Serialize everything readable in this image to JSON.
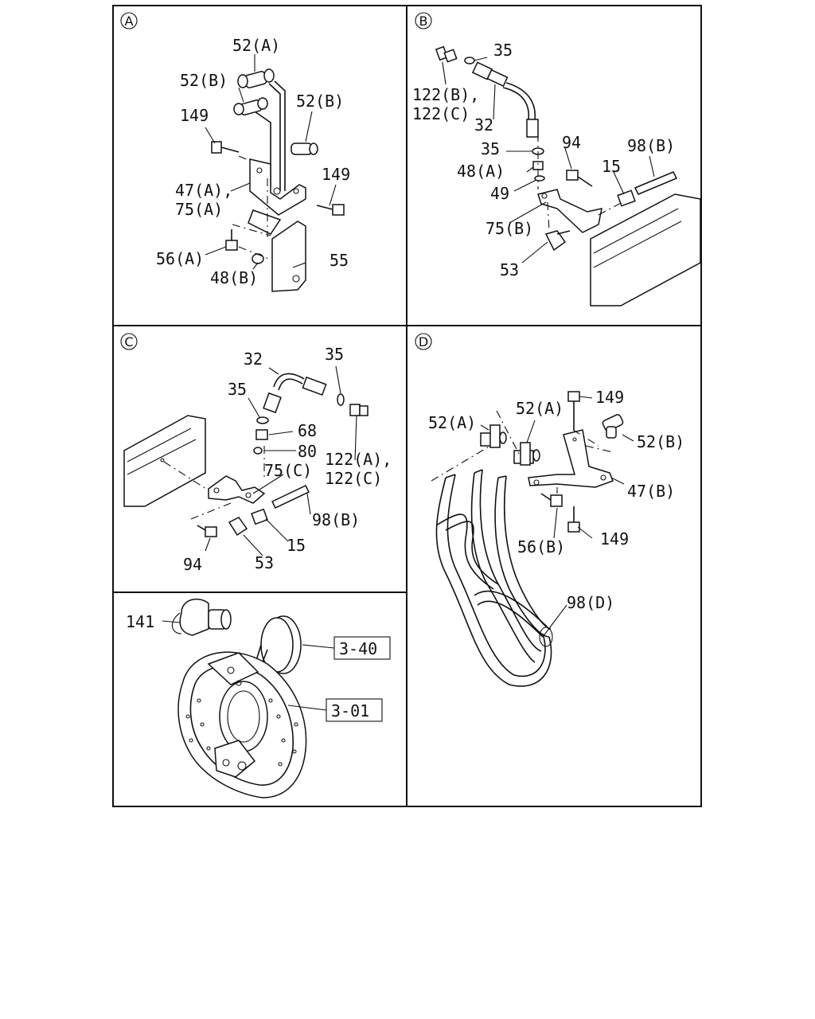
{
  "panels": {
    "a": {
      "marker": "A",
      "labels": {
        "p52a": "52(A)",
        "p52b_left": "52(B)",
        "p52b_right": "52(B)",
        "p149_top": "149",
        "p149_right": "149",
        "p47a": "47(A),",
        "p75a": "75(A)",
        "p56a": "56(A)",
        "p48b": "48(B)",
        "p55": "55"
      }
    },
    "b": {
      "marker": "B",
      "labels": {
        "p35_top": "35",
        "p122b": "122(B),",
        "p122c": "122(C)",
        "p32": "32",
        "p35_mid": "35",
        "p94": "94",
        "p98b": "98(B)",
        "p48a": "48(A)",
        "p15": "15",
        "p49": "49",
        "p75b": "75(B)",
        "p53": "53"
      }
    },
    "c": {
      "marker": "C",
      "labels": {
        "p32": "32",
        "p35_right": "35",
        "p35_left": "35",
        "p68": "68",
        "p80": "80",
        "p75c": "75(C)",
        "p122a": "122(A),",
        "p122c": "122(C)",
        "p98b": "98(B)",
        "p15": "15",
        "p94": "94",
        "p53": "53"
      }
    },
    "d": {
      "marker": "D",
      "labels": {
        "p149_top": "149",
        "p52a_left": "52(A)",
        "p52a_right": "52(A)",
        "p52b": "52(B)",
        "p47b": "47(B)",
        "p56b": "56(B)",
        "p149_bottom": "149",
        "p98d": "98(D)"
      }
    },
    "e": {
      "labels": {
        "p141": "141",
        "ref340": "3-40",
        "ref301": "3-01"
      }
    }
  }
}
